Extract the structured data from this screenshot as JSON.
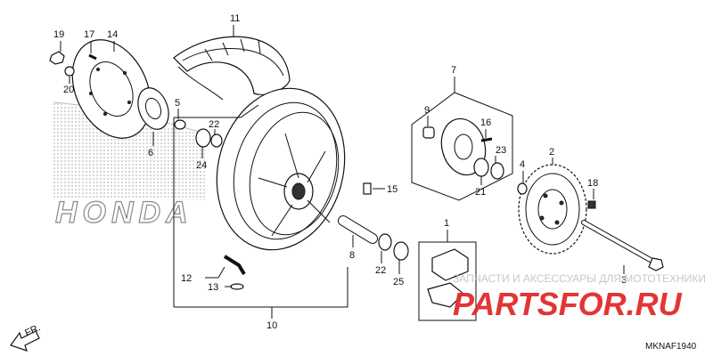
{
  "callouts": {
    "c1": "1",
    "c2": "2",
    "c3": "3",
    "c4": "4",
    "c5": "5",
    "c6": "6",
    "c7": "7",
    "c8": "8",
    "c9": "9",
    "c10": "10",
    "c11": "11",
    "c12": "12",
    "c13": "13",
    "c14": "14",
    "c15": "15",
    "c16": "16",
    "c17": "17",
    "c18": "18",
    "c19": "19",
    "c20": "20",
    "c21": "21",
    "c22a": "22",
    "c22b": "22",
    "c23": "23",
    "c24": "24",
    "c25": "25"
  },
  "labels": {
    "fr": "FR.",
    "diagram_code": "MKNAF1940"
  },
  "watermark": {
    "brand_text": "HONDA",
    "shop_text": "ЗАПЧАСТИ И АКСЕССУАРЫ ДЛЯ МОТОТЕХНИКИ",
    "site_text": "PARTSFOR.RU"
  }
}
